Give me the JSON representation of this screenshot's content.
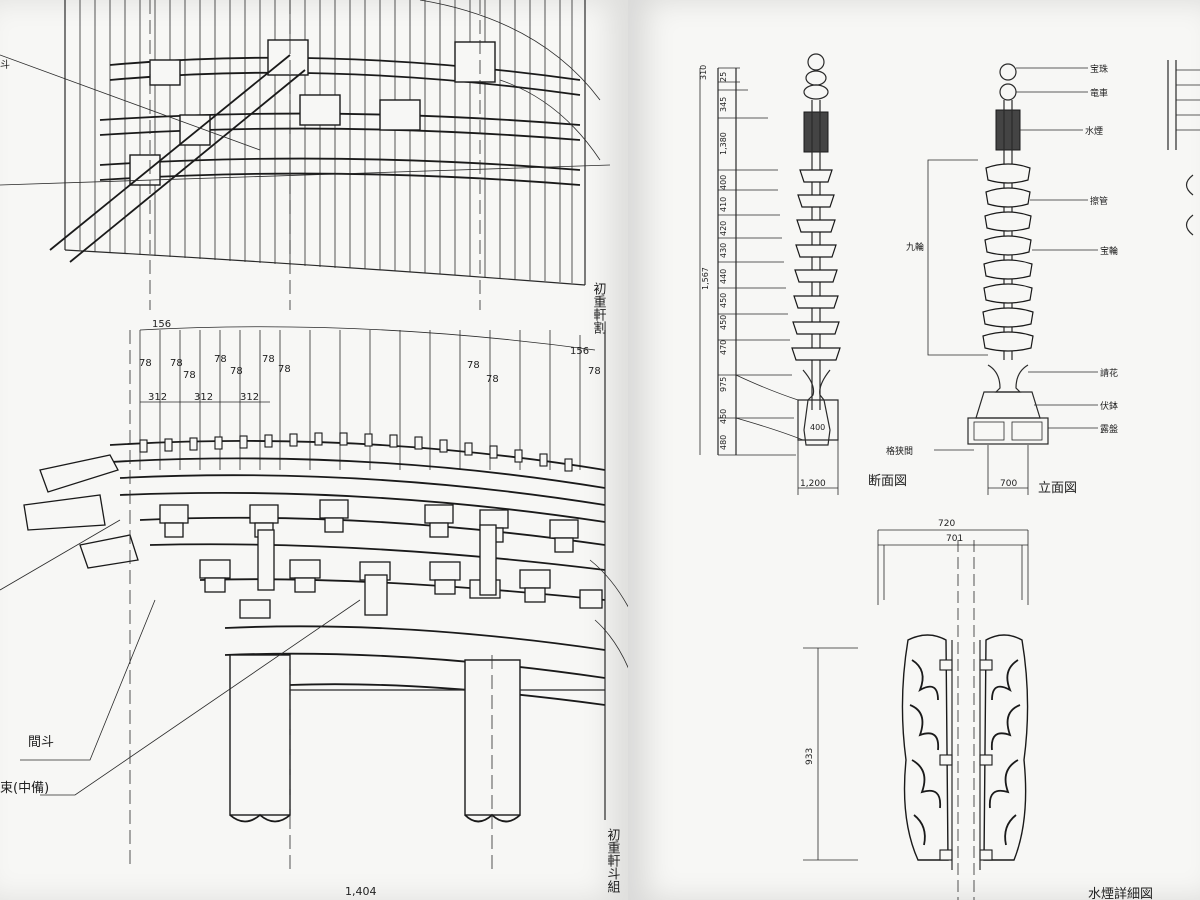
{
  "left_page": {
    "vertical_caption_top": "初重軒割",
    "vertical_caption_bottom": "初重軒斗組",
    "label_mato": "間斗",
    "label_nakazona": "束(中備)",
    "label_fragment_top": "斗",
    "dim_top_a": "156",
    "dim_top_b": "156",
    "dim_78": "78",
    "dim_312": "312",
    "dim_bottom": "1,404"
  },
  "right_page": {
    "section_caption": "断面図",
    "elevation_caption": "立面図",
    "detail_caption": "水煙詳細図",
    "parts": {
      "hoshu": "宝珠",
      "ryusha": "竜車",
      "suien": "水煙",
      "sakkan": "擦管",
      "horin": "宝輪",
      "kurin": "九輪",
      "ukebana": "請花",
      "fukubachi": "伏鉢",
      "roban": "露盤",
      "koza": "格狭間"
    },
    "section_dims": [
      "310",
      "25",
      "345",
      "1,380",
      "400",
      "410",
      "420",
      "430",
      "440",
      "450",
      "450",
      "470",
      "975",
      "450",
      "480"
    ],
    "total_height": "1,567",
    "section_base_inner": "400",
    "section_base_width": "1,200",
    "elevation_base_width": "700",
    "detail_top_width_a": "720",
    "detail_top_width_b": "701",
    "detail_height": "933"
  }
}
